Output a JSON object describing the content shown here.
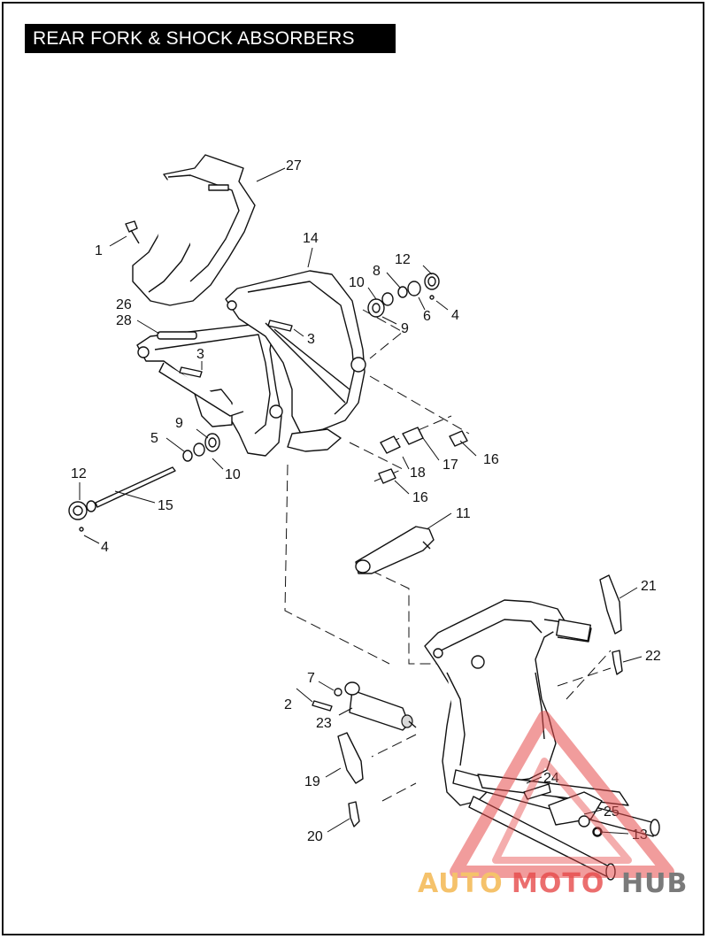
{
  "title": "REAR FORK & SHOCK ABSORBERS",
  "callouts": {
    "c1": "1",
    "c2": "2",
    "c3a": "3",
    "c3b": "3",
    "c4a": "4",
    "c4b": "4",
    "c5": "5",
    "c6": "6",
    "c7": "7",
    "c8": "8",
    "c9a": "9",
    "c9b": "9",
    "c10a": "10",
    "c10b": "10",
    "c11": "11",
    "c12a": "12",
    "c12b": "12",
    "c13": "13",
    "c14": "14",
    "c15": "15",
    "c16a": "16",
    "c16b": "16",
    "c17": "17",
    "c18": "18",
    "c19": "19",
    "c20": "20",
    "c21": "21",
    "c22": "22",
    "c23": "23",
    "c24": "24",
    "c25": "25",
    "c26": "26",
    "c27": "27",
    "c28": "28"
  },
  "watermark": {
    "part1": "AUTO",
    "part2": "MOTO",
    "part3": "HUB",
    "colors": {
      "orange": "#f5c26b",
      "red": "#e64a4a",
      "gray": "#7a7a7a"
    }
  }
}
